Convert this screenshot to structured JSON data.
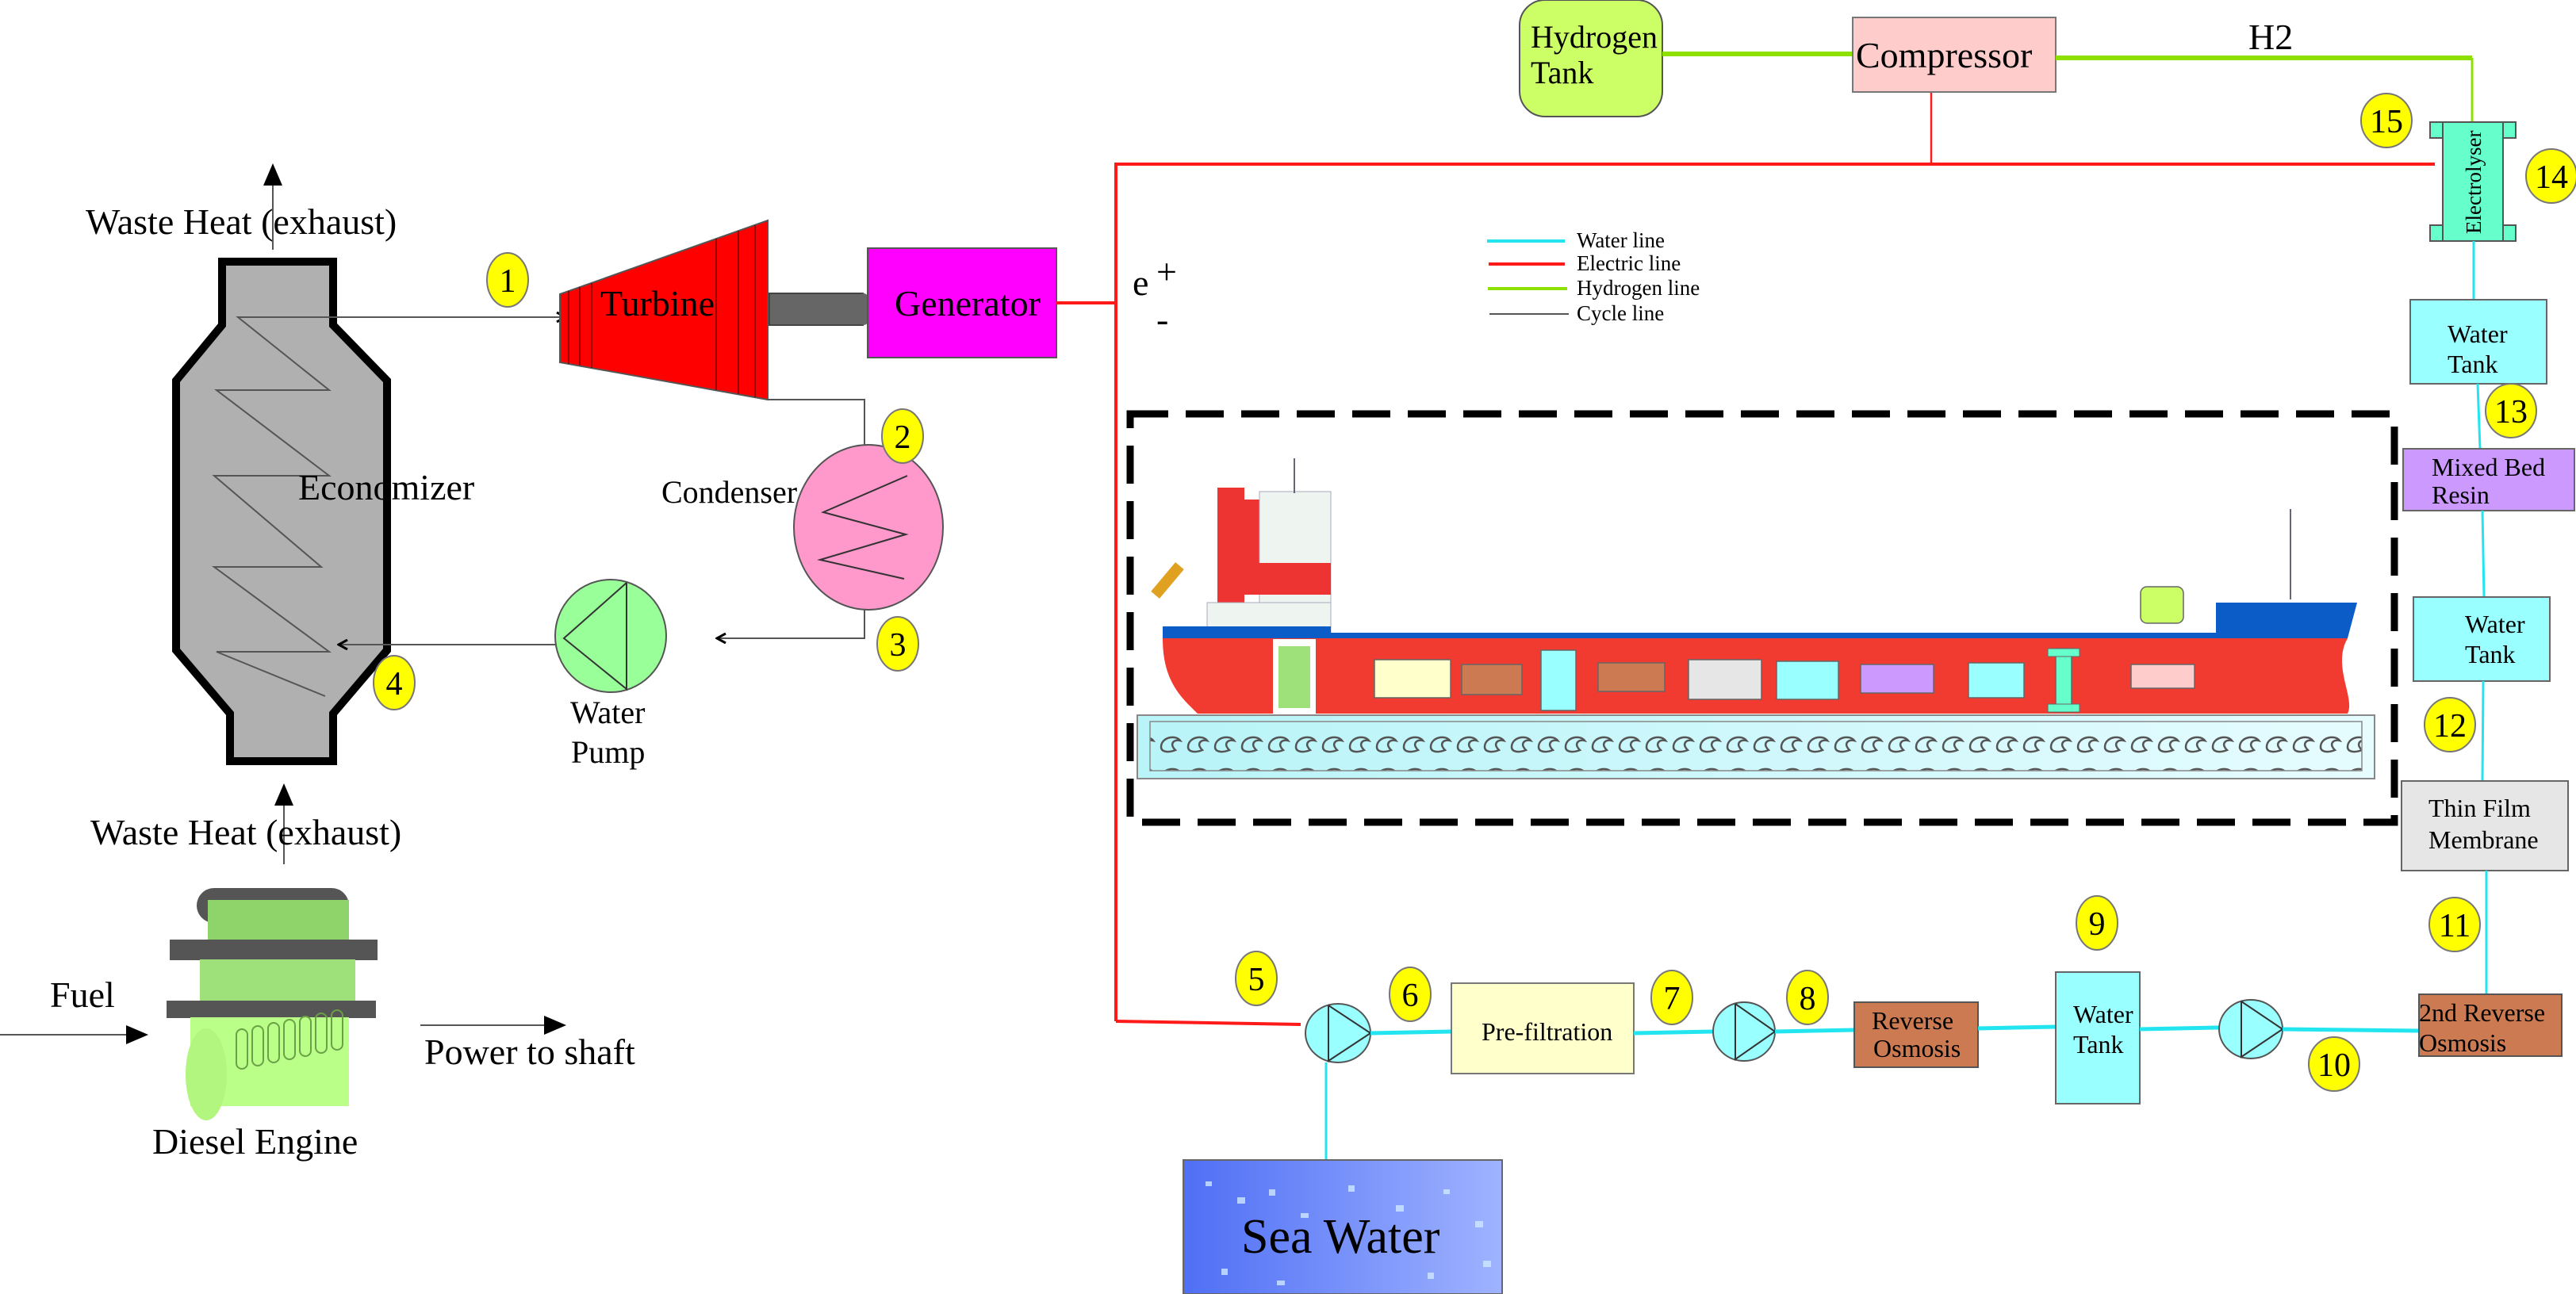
{
  "legend": {
    "items": [
      {
        "label": "Water line",
        "color": "#22e5f0"
      },
      {
        "label": "Electric line",
        "color": "#ff1a1a"
      },
      {
        "label": "Hydrogen line",
        "color": "#8ee000"
      },
      {
        "label": "Cycle line",
        "color": "#555555"
      }
    ]
  },
  "components": {
    "economizer": "Economizer",
    "turbine": "Turbine",
    "generator": "Generator",
    "condenser": "Condenser",
    "water_pump_l1": "Water",
    "water_pump_l2": "Pump",
    "waste_heat_top": "Waste Heat (exhaust)",
    "waste_heat_bottom": "Waste Heat (exhaust)",
    "fuel": "Fuel",
    "power_to_shaft": "Power to shaft",
    "diesel_engine": "Diesel Engine",
    "electron_symbol": "e",
    "plus": "+",
    "minus": "-",
    "hydrogen_tank_l1": "Hydrogen",
    "hydrogen_tank_l2": "Tank",
    "compressor": "Compressor",
    "h2": "H2",
    "electrolyser": "Electrolyser",
    "water_tank_top_l1": "Water",
    "water_tank_top_l2": "Tank",
    "mixed_bed_l1": "Mixed Bed",
    "mixed_bed_l2": "Resin",
    "water_tank_mid_l1": "Water",
    "water_tank_mid_l2": "Tank",
    "thin_film_l1": "Thin Film",
    "thin_film_l2": "Membrane",
    "second_ro_l1": "2nd Reverse",
    "second_ro_l2": "Osmosis",
    "water_tank_bottom_l1": "Water",
    "water_tank_bottom_l2": "Tank",
    "reverse_osmosis_l1": "Reverse",
    "reverse_osmosis_l2": "Osmosis",
    "pre_filtration": "Pre-filtration",
    "sea_water": "Sea Water"
  },
  "state_points": [
    "1",
    "2",
    "3",
    "4",
    "5",
    "6",
    "7",
    "8",
    "9",
    "10",
    "11",
    "12",
    "13",
    "14",
    "15"
  ],
  "colors": {
    "economizer": "#b0b0b0",
    "turbine": "#ff0000",
    "generator": "#ff00ff",
    "condenser": "#ff99cc",
    "water_pump": "#99ff99",
    "hydrogen_tank": "#ccff66",
    "compressor": "#ffcccc",
    "electrolyser": "#66ffcc",
    "water_tank": "#99ffff",
    "mixed_bed": "#cc99ff",
    "thin_film": "#e6e6e6",
    "reverse_osmosis": "#cc7a52",
    "pre_filtration": "#ffffcc",
    "badge": "#ffff00",
    "sea_water": "#6688ff"
  }
}
